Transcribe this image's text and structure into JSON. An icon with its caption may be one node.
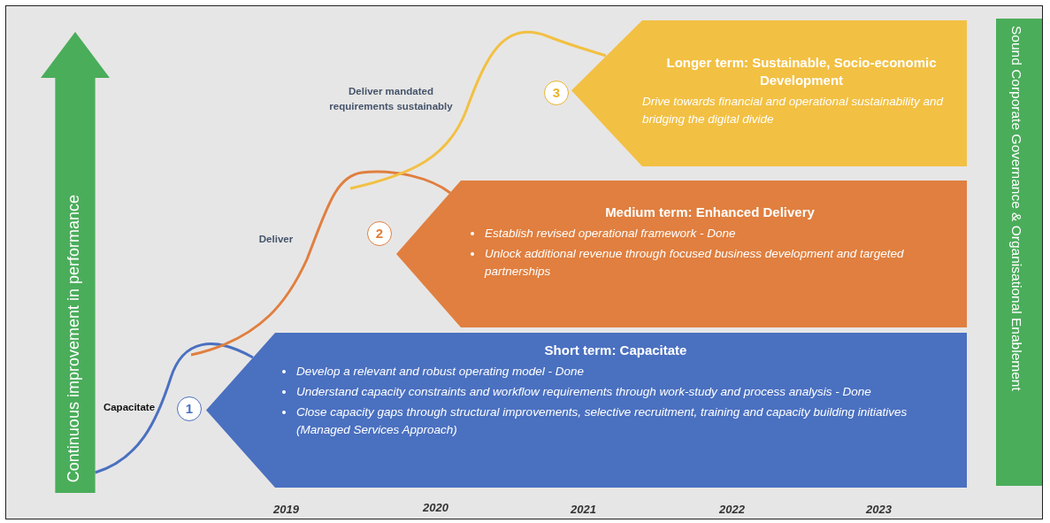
{
  "diagram": {
    "nodes": [
      {
        "text": [
          "Continuous improvement in performance"
        ]
      },
      {
        "text": [
          "Longer term: Sustainable, Socio-economic Development",
          "Drive towards financial and operational sustainability and bridging the digital divide"
        ]
      },
      {
        "text": [
          "3"
        ]
      },
      {
        "text": [
          "Medium term: Enhanced Delivery",
          "Establish revised operational framework - Done",
          "Unlock additional revenue through focused business development and targeted partnerships"
        ]
      },
      {
        "text": [
          "2"
        ]
      },
      {
        "text": [
          "Short term: Capacitate",
          "Develop a relevant and robust operating model - Done",
          "Understand capacity constraints and workflow requirements through work-study and process analysis - Done",
          "Close capacity gaps through structural improvements, selective recruitment, training and capacity building initiatives (Managed Services Approach)"
        ]
      },
      {
        "text": [
          "1"
        ]
      },
      {
        "text": [
          "Sound Corporate Governance & Organisational Enablement"
        ]
      }
    ],
    "edges": [
      {
        "from": 0,
        "to": 5,
        "arrow": "none",
        "color": "#4a70c0"
      },
      {
        "from": null,
        "to": 3,
        "arrow": "none",
        "color": "#e07f3f"
      },
      {
        "from": null,
        "to": 1,
        "arrow": "none",
        "color": "#f2c043"
      }
    ],
    "labels": [
      "Deliver mandated requirements sustainably",
      "Deliver",
      "Capacitate",
      "2019",
      "2020",
      "2021",
      "2022",
      "2023"
    ]
  }
}
